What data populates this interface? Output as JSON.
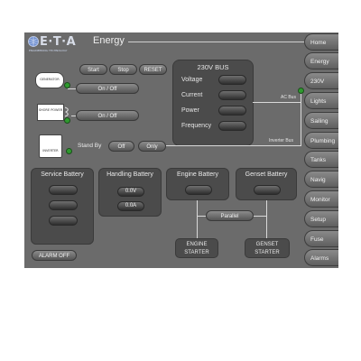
{
  "header": {
    "brand": "E·T·A",
    "brand_sub": "ENGINEERING TECHNOLOGY",
    "title": "Energy"
  },
  "nav": {
    "items": [
      {
        "label": "Home"
      },
      {
        "label": "Energy"
      },
      {
        "label": "230V"
      },
      {
        "label": "Lights"
      },
      {
        "label": "Sailing"
      },
      {
        "label": "Plumbing"
      },
      {
        "label": "Tanks"
      },
      {
        "label": "Navig"
      },
      {
        "label": "Monitor"
      },
      {
        "label": "Setup"
      },
      {
        "label": "Fuse"
      },
      {
        "label": "Alarms"
      }
    ]
  },
  "controls": {
    "start": "Start",
    "stop": "Stop",
    "reset": "RESET",
    "generator_label": "GENERATOR",
    "generator_onoff": "On / Off",
    "shore_label": "SHORE POWER",
    "shore_onoff": "On / Off",
    "inverter_label": "INVERTER",
    "standby": "Stand By",
    "off": "Off",
    "only": "Only",
    "alarm_off": "ALARM OFF"
  },
  "bus": {
    "title": "230V BUS",
    "rows": [
      {
        "label": "Voltage"
      },
      {
        "label": "Current"
      },
      {
        "label": "Power"
      },
      {
        "label": "Frequency"
      }
    ],
    "ac_bus": "AC Bus",
    "inverter_bus": "Inverter Bus"
  },
  "batteries": {
    "service": {
      "title": "Service Battery"
    },
    "handling": {
      "title": "Handling Battery",
      "voltage": "0.0V",
      "current": "0.0A"
    },
    "engine": {
      "title": "Engine Battery"
    },
    "genset": {
      "title": "Genset Battery"
    },
    "parallel": "Parallel",
    "engine_starter": "ENGINE\nSTARTER",
    "genset_starter": "GENSET\nSTARTER"
  },
  "colors": {
    "panel_bg": "#6b6b6b",
    "indicator_green": "#2f9a2f"
  }
}
